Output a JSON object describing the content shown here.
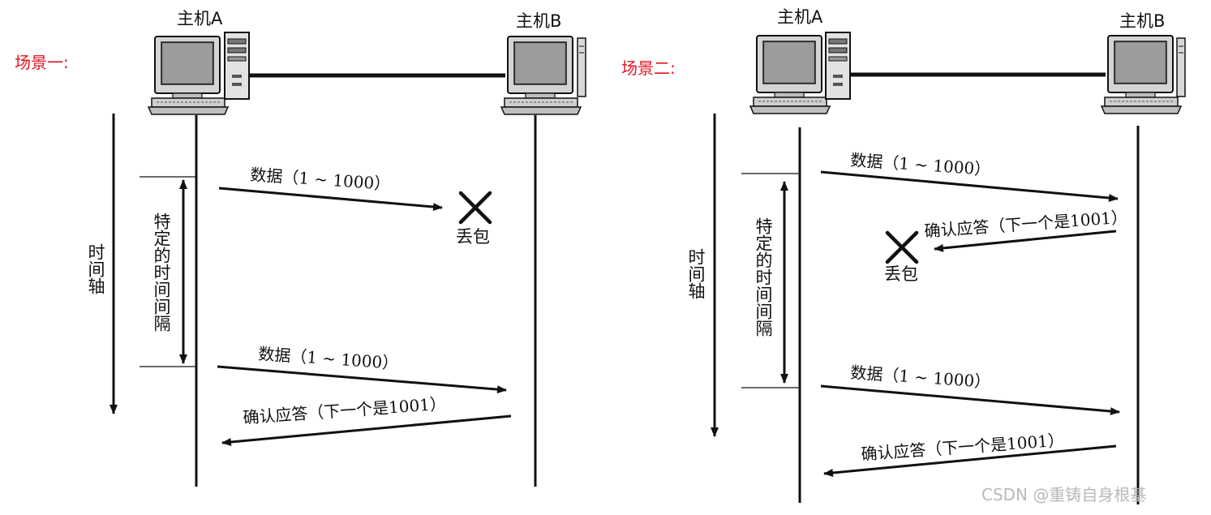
{
  "scene1": {
    "label": "场景一:",
    "host_a": "主机A",
    "host_b": "主机B",
    "time_axis": "时间轴",
    "interval": "特定的时间间隔",
    "msg_data_1": "数据（1 ~ 1000）",
    "msg_data_2": "数据（1 ~ 1000）",
    "msg_ack": "确认应答（下一个是1001）",
    "loss": "丢包"
  },
  "scene2": {
    "label": "场景二:",
    "host_a": "主机A",
    "host_b": "主机B",
    "time_axis": "时间轴",
    "interval": "特定的时间间隔",
    "msg_data_1": "数据（1 ~ 1000）",
    "msg_ack_1": "确认应答（下一个是1001）",
    "msg_data_2": "数据（1 ~ 1000）",
    "msg_ack_2": "确认应答（下一个是1001）",
    "loss": "丢包"
  },
  "watermark": "CSDN @重铸自身根基",
  "colors": {
    "scene_label": "#e0141e",
    "ink": "#111111",
    "watermark": "#b9b9b9"
  },
  "icons": [
    "desktop-computer-icon",
    "tower-computer-icon",
    "cross-mark-icon"
  ]
}
